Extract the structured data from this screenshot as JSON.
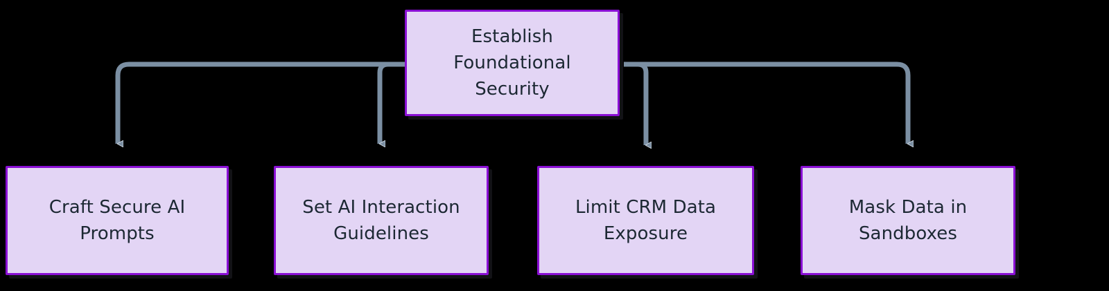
{
  "diagram": {
    "type": "flowchart",
    "direction": "top-down",
    "background_color": "#000000",
    "node_fill_color": "#E3D5F5",
    "node_border_color": "#8A0FD4",
    "node_text_color": "#1C2833",
    "edge_color": "#7B8FA3",
    "root": {
      "id": "root",
      "label": "Establish\nFoundational\nSecurity"
    },
    "children": [
      {
        "id": "c0",
        "label": "Craft Secure AI\nPrompts"
      },
      {
        "id": "c1",
        "label": "Set AI Interaction\nGuidelines"
      },
      {
        "id": "c2",
        "label": "Limit CRM Data\nExposure"
      },
      {
        "id": "c3",
        "label": "Mask Data in\nSandboxes"
      }
    ],
    "edges": [
      {
        "from": "root",
        "to": "c0",
        "arrowhead": "triangle"
      },
      {
        "from": "root",
        "to": "c1",
        "arrowhead": "triangle"
      },
      {
        "from": "root",
        "to": "c2",
        "arrowhead": "triangle"
      },
      {
        "from": "root",
        "to": "c3",
        "arrowhead": "triangle"
      }
    ]
  }
}
